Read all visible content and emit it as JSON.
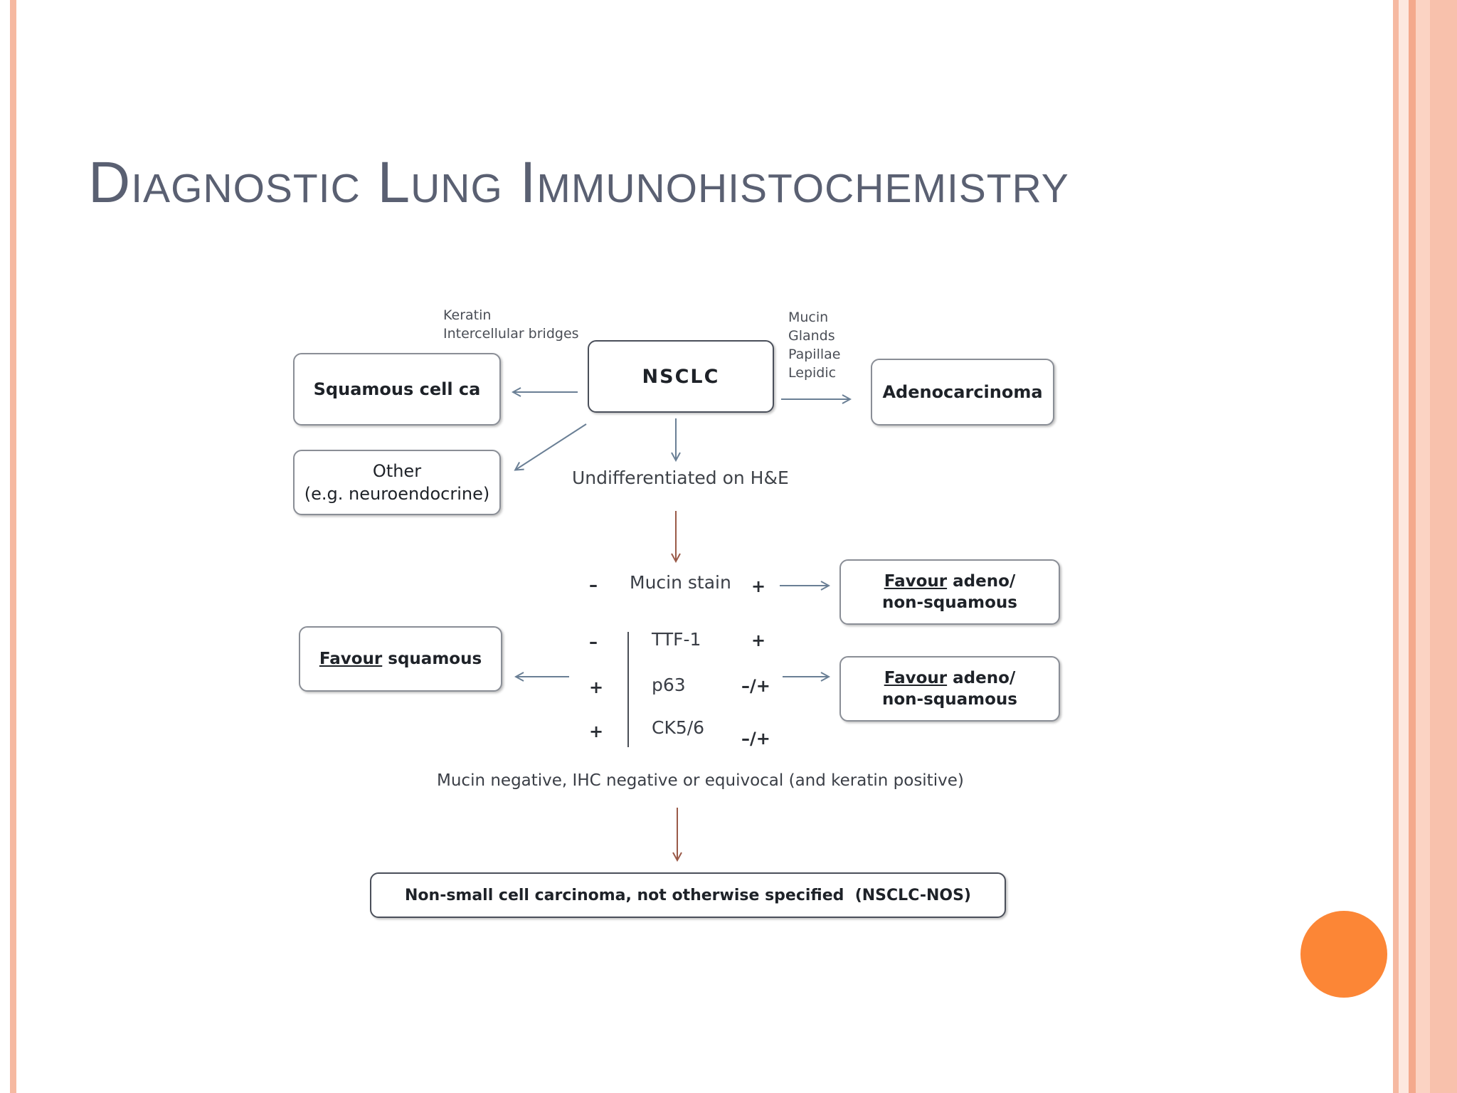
{
  "slide": {
    "title": "Diagnostic Lung Immunohistochemistry"
  },
  "diagram": {
    "nsclc": "NSCLC",
    "squamous": "Squamous cell ca",
    "adeno": "Adenocarcinoma",
    "other_line1": "Other",
    "other_line2": "(e.g. neuroendocrine)",
    "squamous_features": [
      "Keratin",
      "Intercellular bridges"
    ],
    "adeno_features": [
      "Mucin",
      "Glands",
      "Papillae",
      "Lepidic"
    ],
    "undifferentiated": "Undifferentiated on H&E",
    "mucin_stain": {
      "label": "Mucin stain",
      "neg": "–",
      "pos": "+"
    },
    "favour_adeno_1": {
      "favour": "Favour",
      "rest_line1": "adeno/",
      "line2": "non-squamous"
    },
    "favour_adeno_2": {
      "favour": "Favour",
      "rest_line1": "adeno/",
      "line2": "non-squamous"
    },
    "favour_squamous": {
      "favour": "Favour",
      "rest": "squamous"
    },
    "markers": [
      {
        "left": "–",
        "name": "TTF-1",
        "right": "+"
      },
      {
        "left": "+",
        "name": "p63",
        "right": "–/+"
      },
      {
        "left": "+",
        "name": "CK5/6",
        "right": "–/+"
      }
    ],
    "mucin_negative": "Mucin negative, IHC negative or equivocal (and keratin positive)",
    "nos_box": "Non-small cell carcinoma, not otherwise specified",
    "nos_abbr": "(NSCLC-NOS)"
  },
  "colors": {
    "accent_orange": "#fc8636",
    "border_salmon": "#f6b9a1",
    "title_gray": "#5a6072",
    "arrow_blue": "#6a7f95",
    "arrow_brown": "#9a5a48"
  }
}
